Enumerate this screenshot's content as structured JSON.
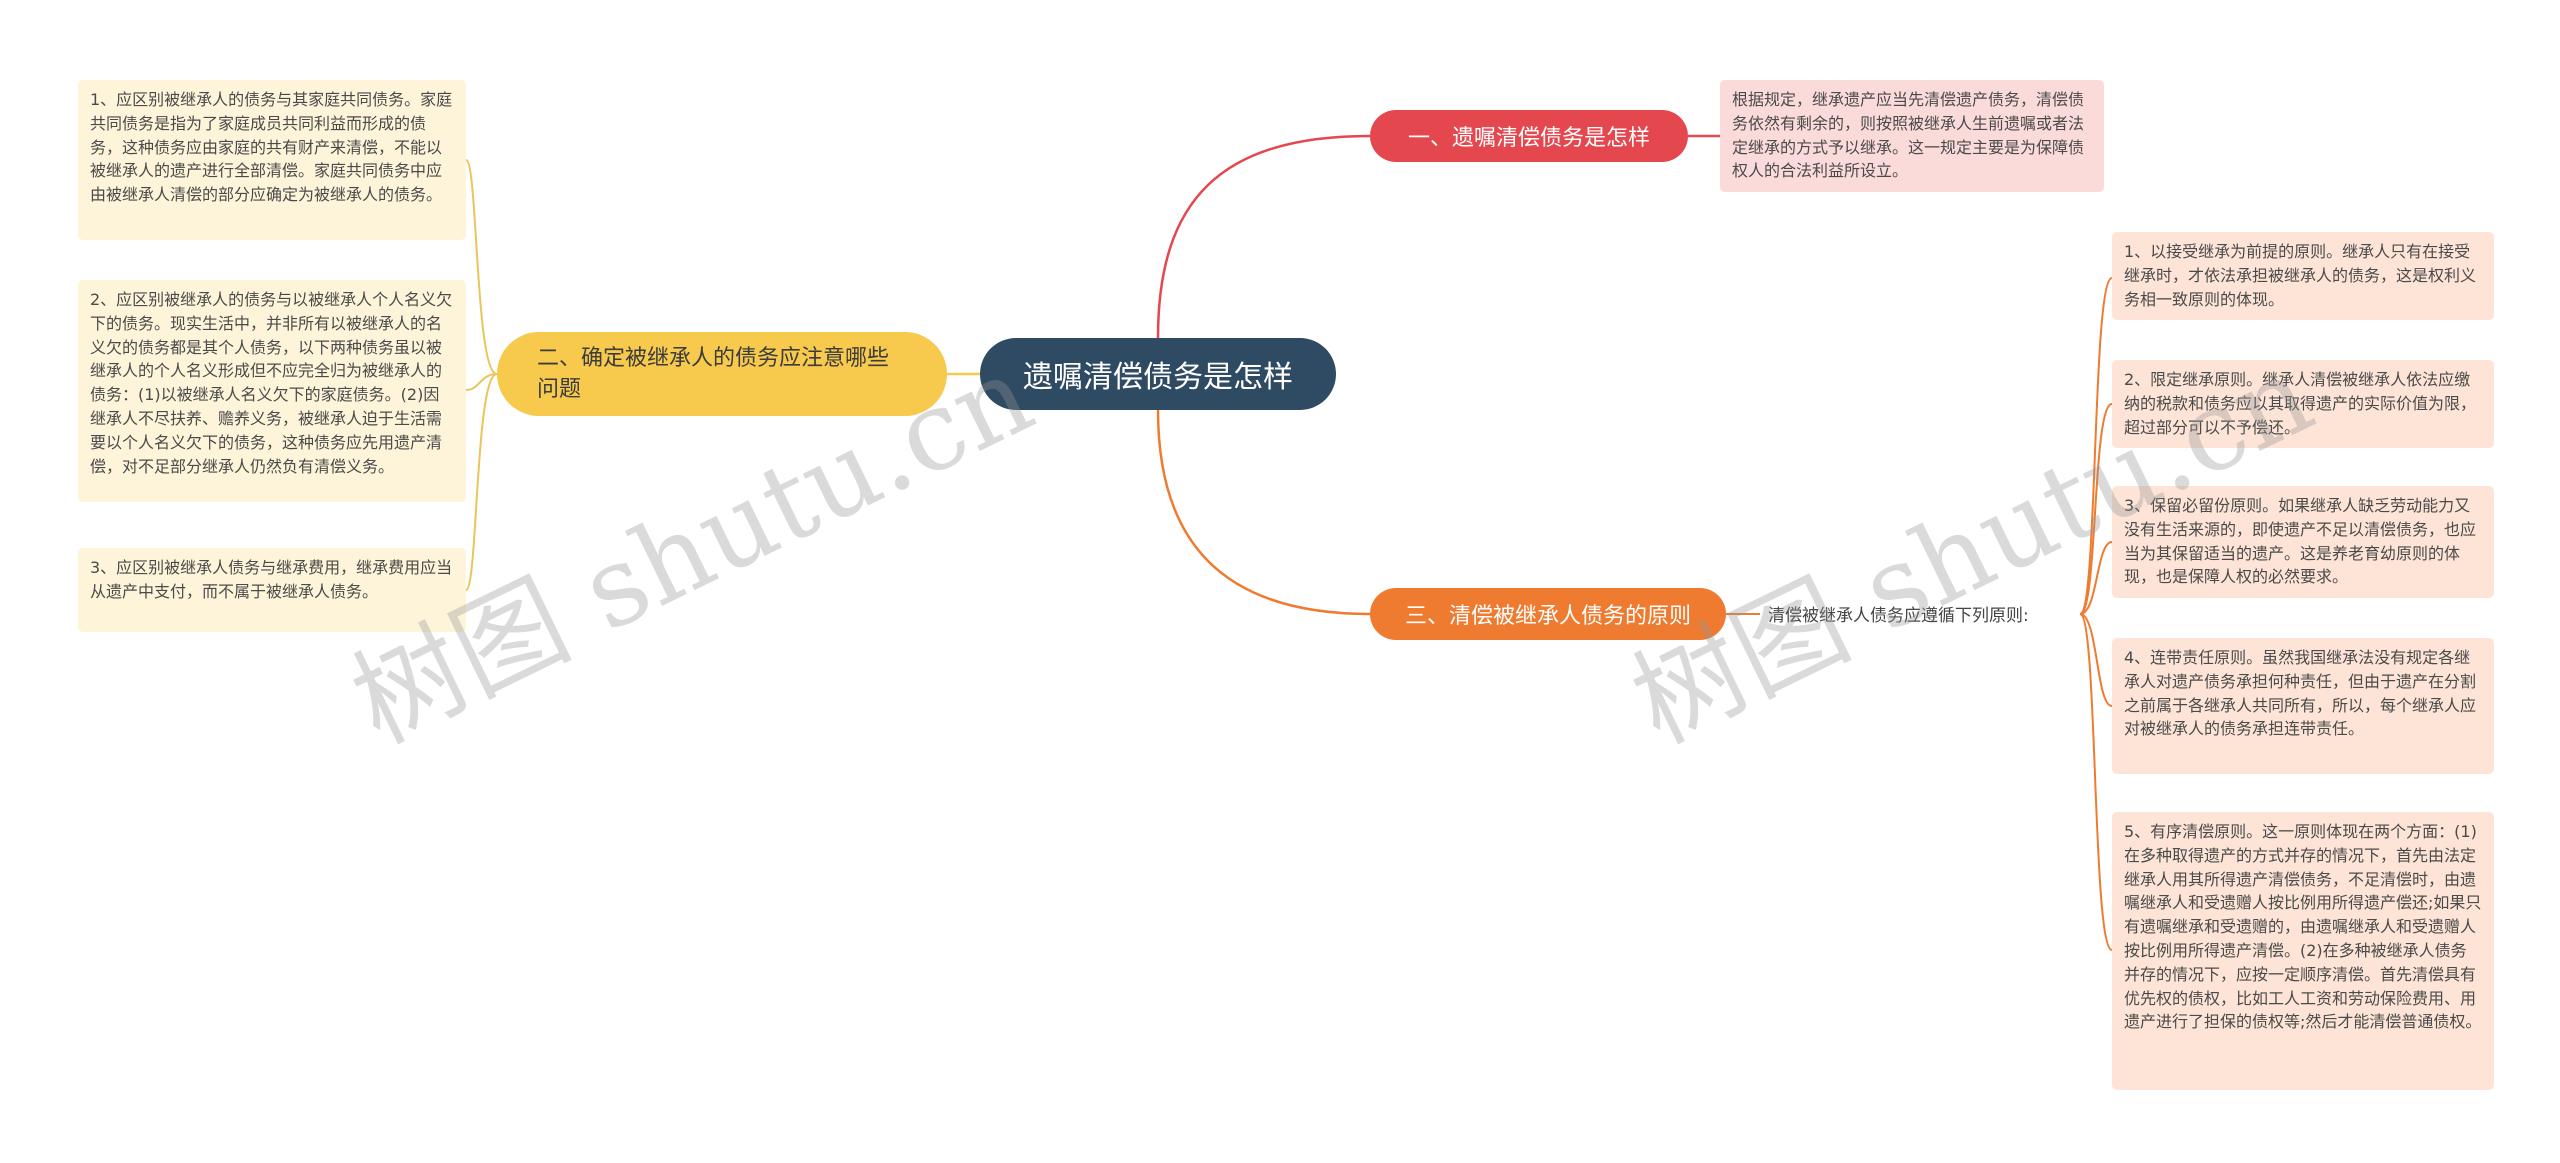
{
  "root": {
    "label": "遗嘱清偿债务是怎样"
  },
  "branch1": {
    "label": "一、遗嘱清偿债务是怎样",
    "color": "#e5474f",
    "leaf": "根据规定，继承遗产应当先清偿遗产债务，清偿债务依然有剩余的，则按照被继承人生前遗嘱或者法定继承的方式予以继承。这一规定主要是为保障债权人的合法利益所设立。"
  },
  "branch2": {
    "label": "二、确定被继承人的债务应注意哪些问题",
    "color": "#f7c94c",
    "leaves": [
      "1、应区别被继承人的债务与其家庭共同债务。家庭共同债务是指为了家庭成员共同利益而形成的债务，这种债务应由家庭的共有财产来清偿，不能以被继承人的遗产进行全部清偿。家庭共同债务中应由被继承人清偿的部分应确定为被继承人的债务。",
      "2、应区别被继承人的债务与以被继承人个人名义欠下的债务。现实生活中，并非所有以被继承人的名义欠的债务都是其个人债务，以下两种债务虽以被继承人的个人名义形成但不应完全归为被继承人的债务：(1)以被继承人名义欠下的家庭债务。(2)因继承人不尽扶养、赡养义务，被继承人迫于生活需要以个人名义欠下的债务，这种债务应先用遗产清偿，对不足部分继承人仍然负有清偿义务。",
      "3、应区别被继承人债务与继承费用，继承费用应当从遗产中支付，而不属于被继承人债务。"
    ]
  },
  "branch3": {
    "label": "三、清偿被继承人债务的原则",
    "color": "#ef7b31",
    "sub": "清偿被继承人债务应遵循下列原则:",
    "leaves": [
      "1、以接受继承为前提的原则。继承人只有在接受继承时，才依法承担被继承人的债务，这是权利义务相一致原则的体现。",
      "2、限定继承原则。继承人清偿被继承人依法应缴纳的税款和债务应以其取得遗产的实际价值为限，超过部分可以不予偿还。",
      "3、保留必留份原则。如果继承人缺乏劳动能力又没有生活来源的，即使遗产不足以清偿债务，也应当为其保留适当的遗产。这是养老育幼原则的体现，也是保障人权的必然要求。",
      "4、连带责任原则。虽然我国继承法没有规定各继承人对遗产债务承担何种责任，但由于遗产在分割之前属于各继承人共同所有，所以，每个继承人应对被继承人的债务承担连带责任。",
      "5、有序清偿原则。这一原则体现在两个方面：(1)在多种取得遗产的方式并存的情况下，首先由法定继承人用其所得遗产清偿债务，不足清偿时，由遗嘱继承人和受遗赠人按比例用所得遗产偿还;如果只有遗嘱继承和受遗赠的，由遗嘱继承人和受遗赠人按比例用所得遗产清偿。(2)在多种被继承人债务并存的情况下，应按一定顺序清偿。首先清偿具有优先权的债权，比如工人工资和劳动保险费用、用遗产进行了担保的债权等;然后才能清偿普通债权。"
    ]
  },
  "watermarks": [
    "树图 shutu.cn",
    "树图 shutu.cn"
  ]
}
